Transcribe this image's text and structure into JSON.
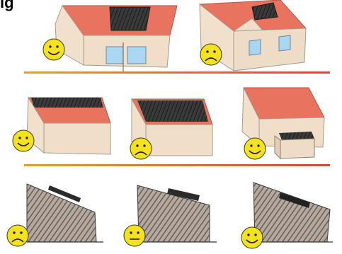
{
  "header": {
    "partial_text": "ig"
  },
  "colors": {
    "roof_red": "#e8745f",
    "panel_dark": "#2b2b2b",
    "wall_beige": "#efdcc6",
    "window_blue": "#a9d7f2",
    "divider_orange": "#e3a02a",
    "divider_red": "#d5453a",
    "smiley_yellow": "#f5e21e",
    "hatch_grey": "#6d7073"
  },
  "rows": [
    {
      "items": [
        {
          "scene": "house-front-roof-solar",
          "mood": "happy"
        },
        {
          "scene": "house-gable-solar",
          "mood": "sad"
        }
      ]
    },
    {
      "items": [
        {
          "scene": "roof-panels-ridge",
          "mood": "happy"
        },
        {
          "scene": "roof-panels-full",
          "mood": "sad"
        },
        {
          "scene": "roof-with-annex",
          "mood": "happy"
        }
      ]
    },
    {
      "items": [
        {
          "scene": "section-tilted-panel",
          "mood": "sad"
        },
        {
          "scene": "section-flat-panel",
          "mood": "neutral"
        },
        {
          "scene": "section-steep-panel",
          "mood": "happy"
        }
      ]
    }
  ]
}
